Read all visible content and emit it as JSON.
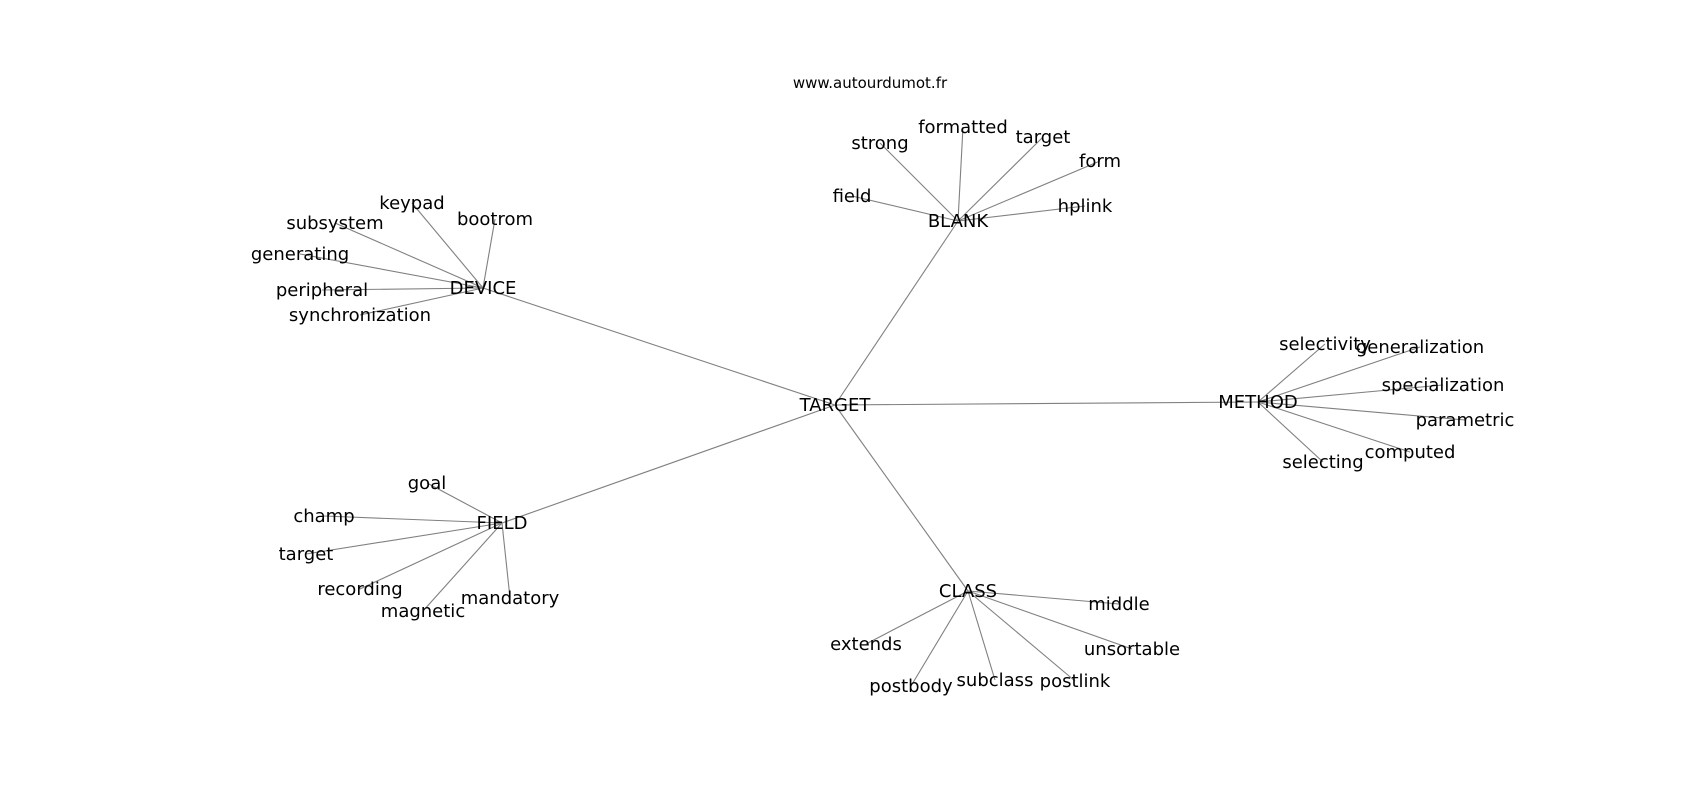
{
  "source": "www.autourdumot.fr",
  "graph": {
    "center": "TARGET",
    "hubs": [
      {
        "id": "DEVICE",
        "leaves": [
          "keypad",
          "bootrom",
          "subsystem",
          "generating",
          "peripheral",
          "synchronization"
        ]
      },
      {
        "id": "BLANK",
        "leaves": [
          "strong",
          "formatted",
          "target",
          "form",
          "field",
          "hplink"
        ]
      },
      {
        "id": "METHOD",
        "leaves": [
          "selectivity",
          "generalization",
          "specialization",
          "parametric",
          "computed",
          "selecting"
        ]
      },
      {
        "id": "FIELD",
        "leaves": [
          "goal",
          "champ",
          "target",
          "recording",
          "magnetic",
          "mandatory"
        ]
      },
      {
        "id": "CLASS",
        "leaves": [
          "middle",
          "unsortable",
          "postlink",
          "subclass",
          "postbody",
          "extends"
        ]
      }
    ]
  }
}
